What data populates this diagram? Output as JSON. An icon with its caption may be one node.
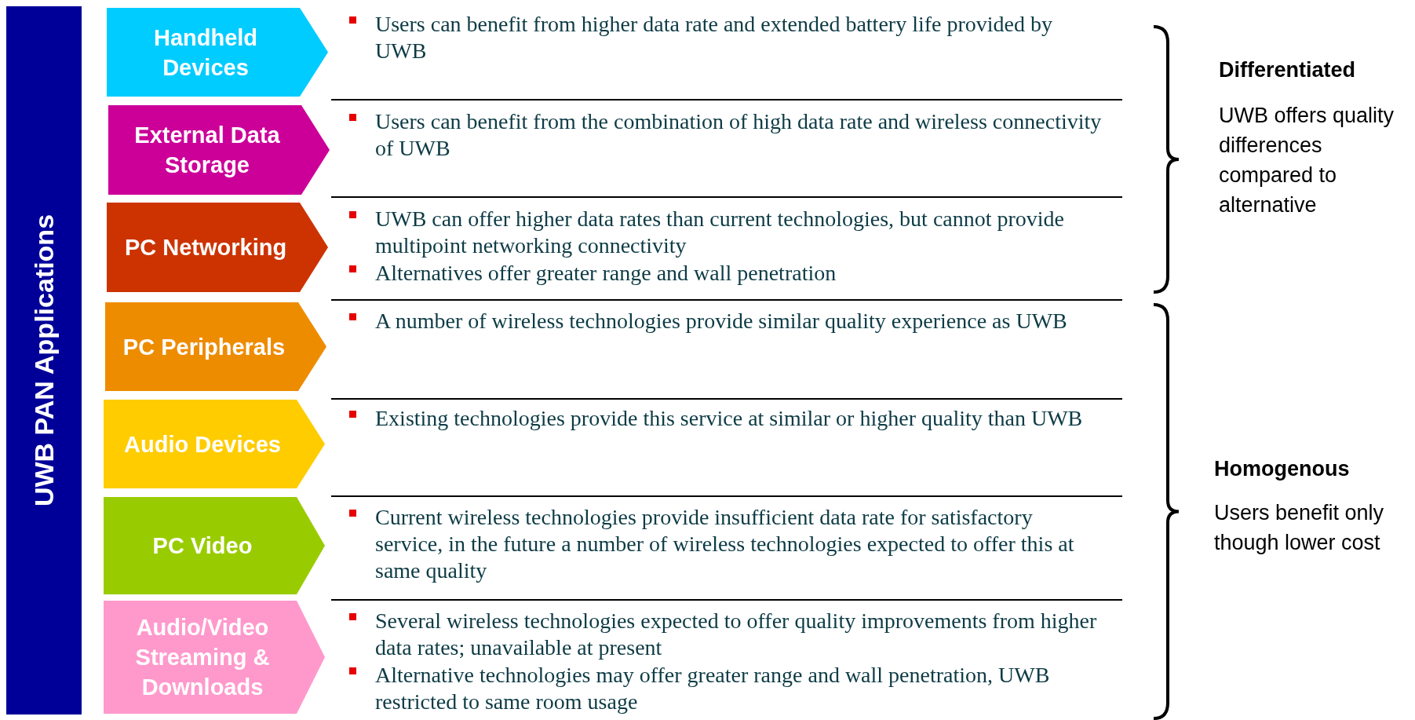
{
  "diagram": {
    "nodes": [
      {
        "text": [
          "UWB PAN Applications"
        ]
      },
      {
        "text": [
          "Handheld Devices"
        ],
        "beside": [
          "Users can benefit from higher data rate and extended battery life provided by UWB"
        ]
      },
      {
        "text": [
          "External Data Storage"
        ],
        "beside": [
          "Users can benefit from the combination of high data rate and wireless connectivity of UWB"
        ]
      },
      {
        "text": [
          "PC Networking"
        ],
        "beside": [
          "UWB can offer higher data rates than current technologies, but cannot provide multipoint networking connectivity",
          "Alternatives offer greater range and wall penetration"
        ]
      },
      {
        "text": [
          "PC Peripherals"
        ],
        "beside": [
          "A number of wireless technologies provide similar quality experience as UWB"
        ]
      },
      {
        "text": [
          "Audio Devices"
        ],
        "beside": [
          "Existing technologies provide this service at similar or higher quality than UWB"
        ]
      },
      {
        "text": [
          "PC Video"
        ],
        "beside": [
          "Current wireless technologies provide insufficient data rate for satisfactory service, in the future a number of wireless technologies expected to offer this at same quality"
        ]
      },
      {
        "text": [
          "Audio/Video Streaming & Downloads"
        ],
        "beside": [
          "Several wireless technologies expected to offer quality improvements from higher data rates; unavailable at present",
          "Alternative technologies may offer greater range and wall penetration, UWB restricted to same room usage"
        ]
      }
    ],
    "edges": [],
    "labels": [
      "Differentiated",
      "UWB offers quality differences compared to alternative",
      "Homogenous",
      "Users benefit only though lower cost"
    ]
  }
}
